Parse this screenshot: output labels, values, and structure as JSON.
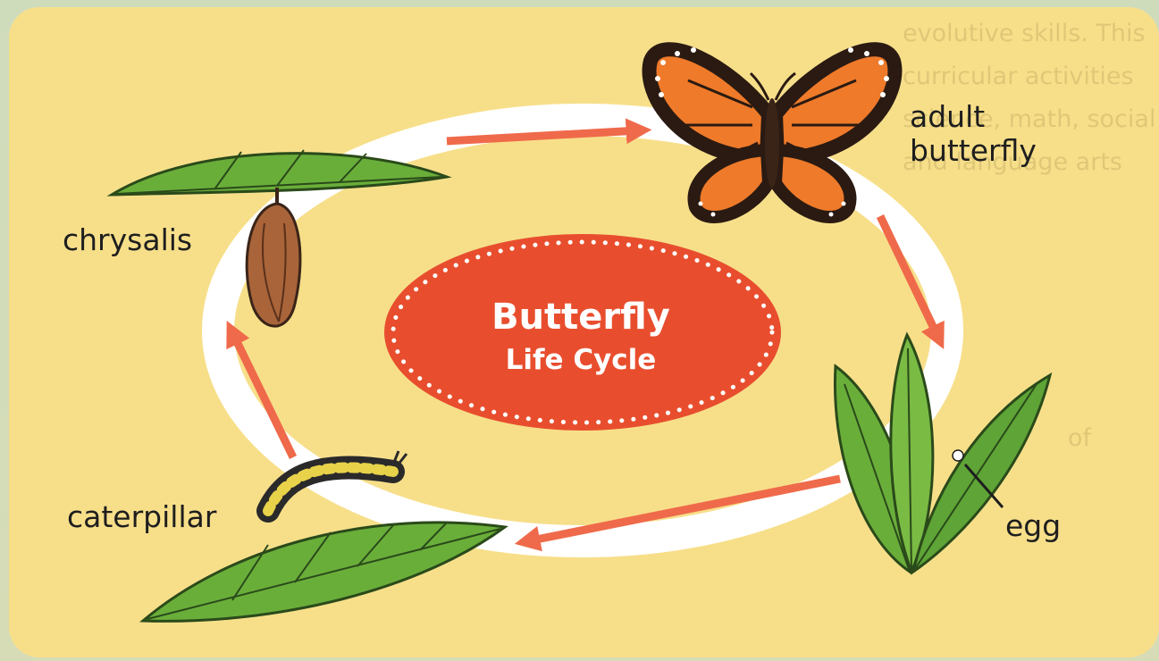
{
  "diagram": {
    "title_line1": "Butterfly",
    "title_line2": "Life Cycle",
    "stages": {
      "adult": "adult\nbutterfly",
      "egg": "egg",
      "caterpillar": "caterpillar",
      "chrysalis": "chrysalis"
    }
  },
  "colors": {
    "panel": "#f7df8a",
    "ring": "#ffffff",
    "arrow": "#ef6a4a",
    "center_oval": "#e84e2e",
    "leaf": "#6aae3a",
    "butterfly_orange": "#ee7a2a"
  }
}
